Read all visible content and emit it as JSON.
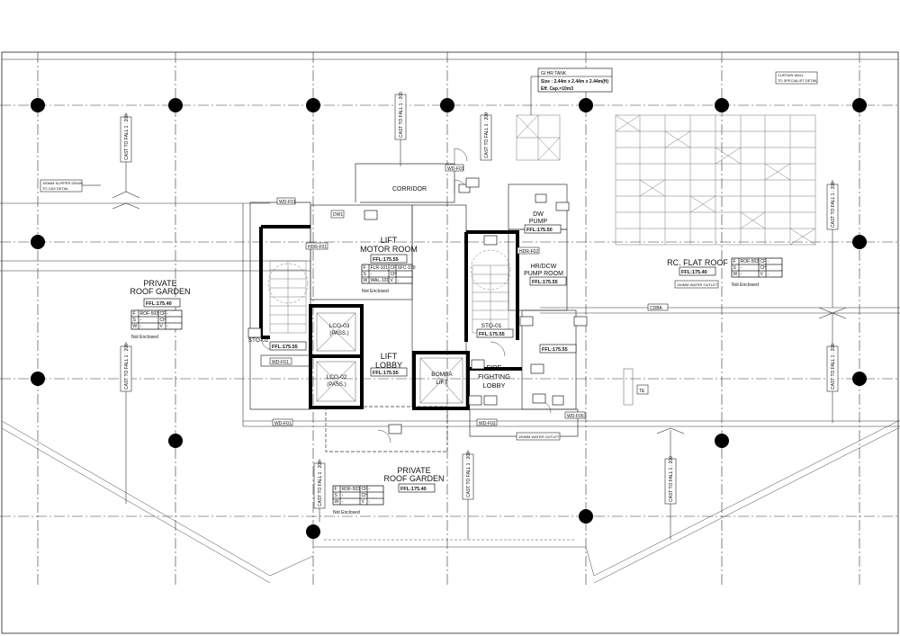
{
  "labels": {
    "corridor": "CORRIDOR",
    "lift_motor_room_1": "LIFT",
    "lift_motor_room_2": "MOTOR ROOM",
    "lift_lobby_1": "LIFT",
    "lift_lobby_2": "LOBBY",
    "dw_pump_1": "DW",
    "dw_pump_2": "PUMP",
    "hr_dcw_1": "HR/DCW",
    "hr_dcw_2": "PUMP ROOM",
    "rc_flat_roof": "RC. FLAT ROOF",
    "private_roof_garden_left_1": "PRIVATE",
    "private_roof_garden_left_2": "ROOF GARDEN",
    "private_roof_garden_bottom_1": "PRIVATE",
    "private_roof_garden_bottom_2": "ROOF GARDEN",
    "sto_02": "STO-02",
    "sto_01": "STO-01",
    "lco_03_1": "LCO-03",
    "lco_03_2": "(PASS.)",
    "lco_02_1": "LCO-02",
    "lco_02_2": "(PASS.)",
    "bomba_1": "BOMBA",
    "bomba_2": "LIFT",
    "fire_fighting_1": "FIRE",
    "fire_fighting_2": "FIGHTING",
    "fire_fighting_3": "LOBBY",
    "not_enclosed": "Not Enclosed",
    "te": "TE"
  },
  "ffl": {
    "lift_motor_room": "FFL:175.55",
    "dw_pump": "FFL:175.50",
    "hr_dcw": "FFL:175.55",
    "rc_flat_roof": "FFL:175.40",
    "left_garden": "FFL:175.40",
    "bottom_garden": "FFL:175.40",
    "sto_02": "FFL:175.55",
    "sto_01": "FFL:175.55",
    "lift_lobby": "FFL:175.55",
    "right_corridor": "FFL:175.55"
  },
  "tank": {
    "title": "GI HR TANK",
    "size": "Size : 2.44m x 2.44m x 2.44m(H)",
    "capacity": "Eff. Cap.=10m3"
  },
  "notes": {
    "slipper_drain_1": "150MM SLIPPER DRAIN",
    "slipper_drain_2": "TO C&S DETAIL",
    "curtain_wall_1": "CURTAIN WALL",
    "curtain_wall_2": "TO SPECIALIST DETAIL",
    "water_outlet_right": "150MM WATER OUTLET",
    "water_outlet_bottom": "150MM WATER OUTLET",
    "cast_to_fall": "CAST TO FALL 1 : 200"
  },
  "finish_tables": {
    "motor_room": [
      [
        "F",
        "FLR-101",
        "CF",
        "SFC-100"
      ],
      [
        "S",
        "-",
        "CH",
        ""
      ],
      [
        "W",
        "WAL-101",
        "V",
        "-"
      ]
    ],
    "left_garden": [
      [
        "F",
        "ROF-503",
        "CF",
        "-"
      ],
      [
        "S",
        "-",
        "CH",
        ""
      ],
      [
        "W",
        "-",
        "V",
        "-"
      ]
    ],
    "rc_flat_roof": [
      [
        "F",
        "ROF-503",
        "CF",
        "-"
      ],
      [
        "S",
        "-",
        "CH",
        ""
      ],
      [
        "W",
        "-",
        "V",
        "-"
      ]
    ],
    "bottom_garden": [
      [
        "F",
        "ROF-503",
        "CF",
        "-"
      ],
      [
        "S",
        "-",
        "CH",
        ""
      ],
      [
        "W",
        "-",
        "V",
        "-"
      ]
    ]
  },
  "equipment_tags": {
    "t1": "DW1",
    "t2": "WD-F01",
    "t3": "HDR-F01",
    "t4": "HDR-F02",
    "t5": "WD-F01",
    "t6": "CDBA",
    "t7": "WD-F06",
    "t8": "WD-F01",
    "t9": "WD-F02",
    "t10": "WD-F01"
  }
}
